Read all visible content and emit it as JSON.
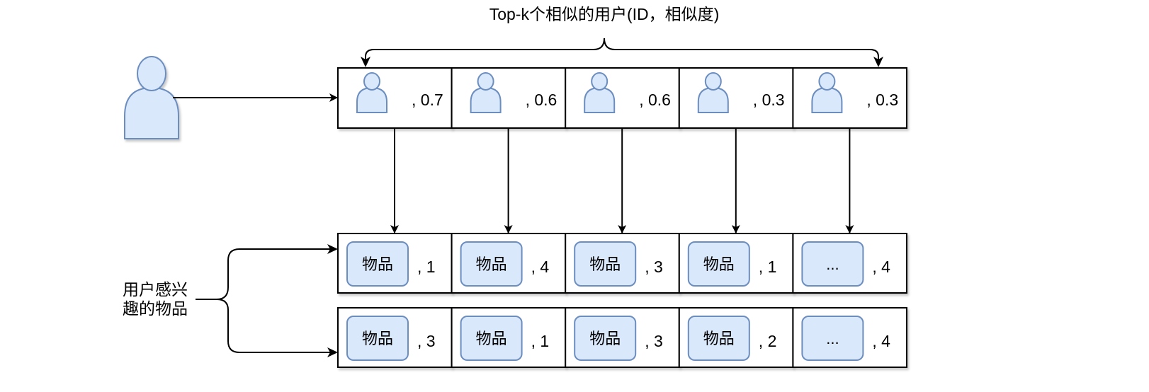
{
  "title": "Top-k个相似的用户(ID，相似度)",
  "side_label": {
    "line1": "用户感兴",
    "line2": "趣的物品"
  },
  "colors": {
    "person_fill": "#dae8fc",
    "person_stroke": "#6c8ebf",
    "item_fill": "#dae8fc",
    "item_stroke": "#6c8ebf",
    "line": "#000000"
  },
  "similar_users": [
    {
      "icon": "user-icon",
      "score": ", 0.7"
    },
    {
      "icon": "user-icon",
      "score": ", 0.6"
    },
    {
      "icon": "user-icon",
      "score": ", 0.6"
    },
    {
      "icon": "user-icon",
      "score": ", 0.3"
    },
    {
      "icon": "user-icon",
      "score": ", 0.3"
    }
  ],
  "item_rows": [
    [
      {
        "label": "物品",
        "score": ", 1"
      },
      {
        "label": "物品",
        "score": ", 4"
      },
      {
        "label": "物品",
        "score": ", 3"
      },
      {
        "label": "物品",
        "score": ", 1"
      },
      {
        "label": "...",
        "score": ", 4"
      }
    ],
    [
      {
        "label": "物品",
        "score": ", 3"
      },
      {
        "label": "物品",
        "score": ", 1"
      },
      {
        "label": "物品",
        "score": ", 3"
      },
      {
        "label": "物品",
        "score": ", 2"
      },
      {
        "label": "...",
        "score": ", 4"
      }
    ]
  ]
}
